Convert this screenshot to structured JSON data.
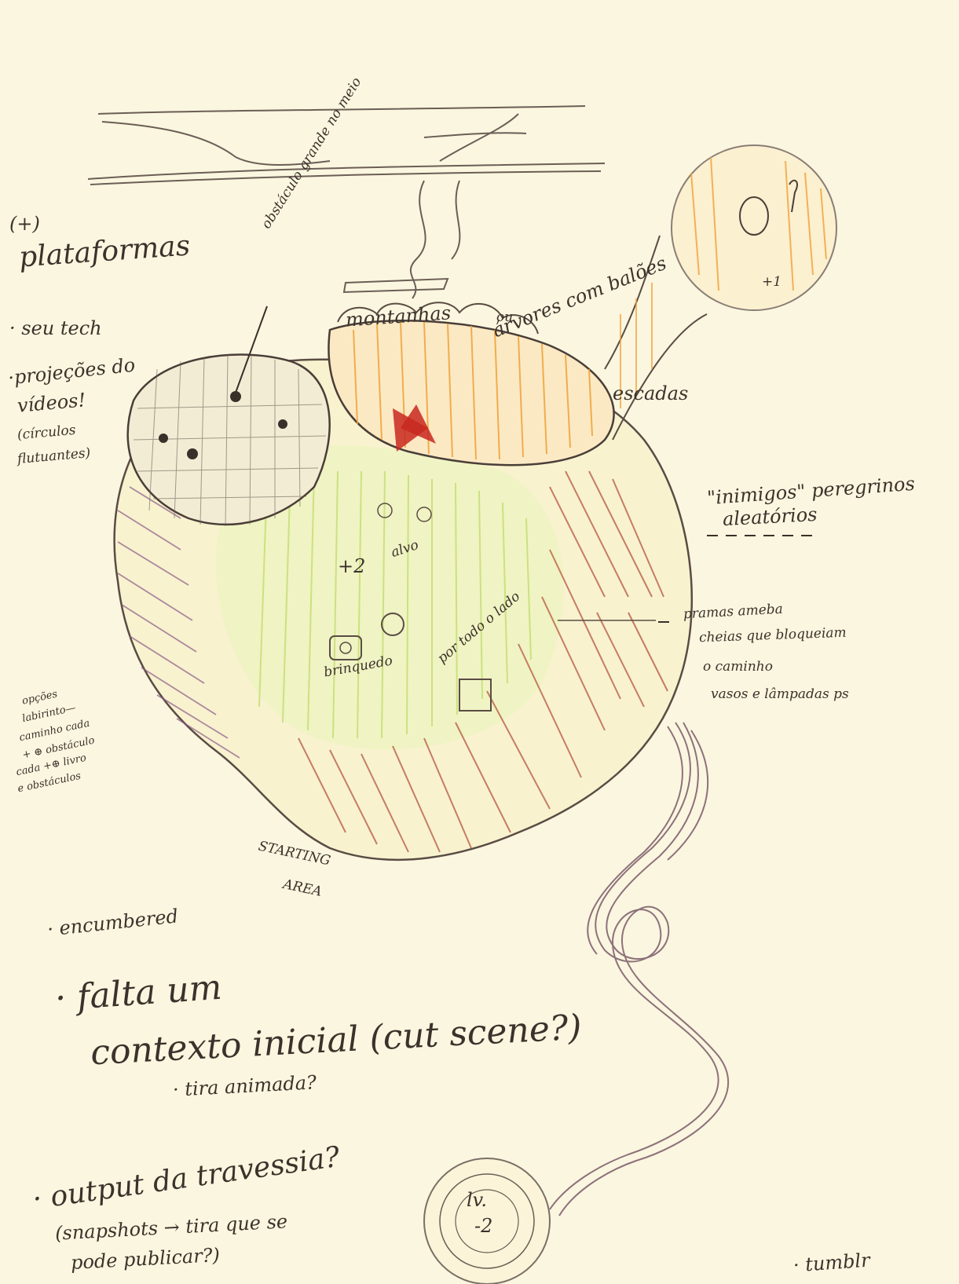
{
  "left_notes": {
    "plus": "(+)",
    "plataformas": "plataformas",
    "seu_tech": "· seu tech",
    "projecoes_1": "·projeções do",
    "projecoes_2": "vídeos!",
    "projecoes_3": "(círculos",
    "projecoes_4": "flutuantes)",
    "opcoes_1": "opções",
    "opcoes_2": "labirinto—",
    "opcoes_3": "caminho cada",
    "opcoes_4": "+ ⊕ obstáculo",
    "opcoes_5": "cada +⊕ livro",
    "opcoes_6": "e obstáculos"
  },
  "map_labels": {
    "obstaculo": "obstáculo grande no meio",
    "montanhas": "montanhas",
    "arvores": "árvores com balões",
    "ou": "ou",
    "escadas": "escadas",
    "plus_two": "+2",
    "alvo": "alvo",
    "por_todo": "por todo o lado",
    "brinquedo": "brinquedo",
    "starting": "STARTING",
    "area": "AREA",
    "plus_one": "+1",
    "lv": "lv.",
    "minus_two": "-2"
  },
  "right_notes": {
    "inimigos_1": "\"inimigos\" peregrinos",
    "inimigos_2": "aleatórios",
    "pramas_1": "pramas ameba",
    "pramas_2": "cheias que bloqueiam",
    "pramas_3": "o caminho",
    "pramas_4": "vasos e lâmpadas ps"
  },
  "bottom_notes": {
    "encumbered": "· encumbered",
    "falta_1": "· falta um",
    "falta_2": "contexto inicial (cut scene?)",
    "tira": "· tira animada?",
    "output_1": "· output da travessia?",
    "output_2": "(snapshots → tira que se",
    "output_3": "pode publicar?)",
    "tumblr": "· tumblr"
  },
  "colors": {
    "paper": "#fbf6df",
    "pencil": "#5a4c44",
    "orange": "#f0a238",
    "green": "#c8e07a",
    "red_brown": "#b4563e",
    "purple": "#8c5a86",
    "red_mark": "#c8281e"
  }
}
